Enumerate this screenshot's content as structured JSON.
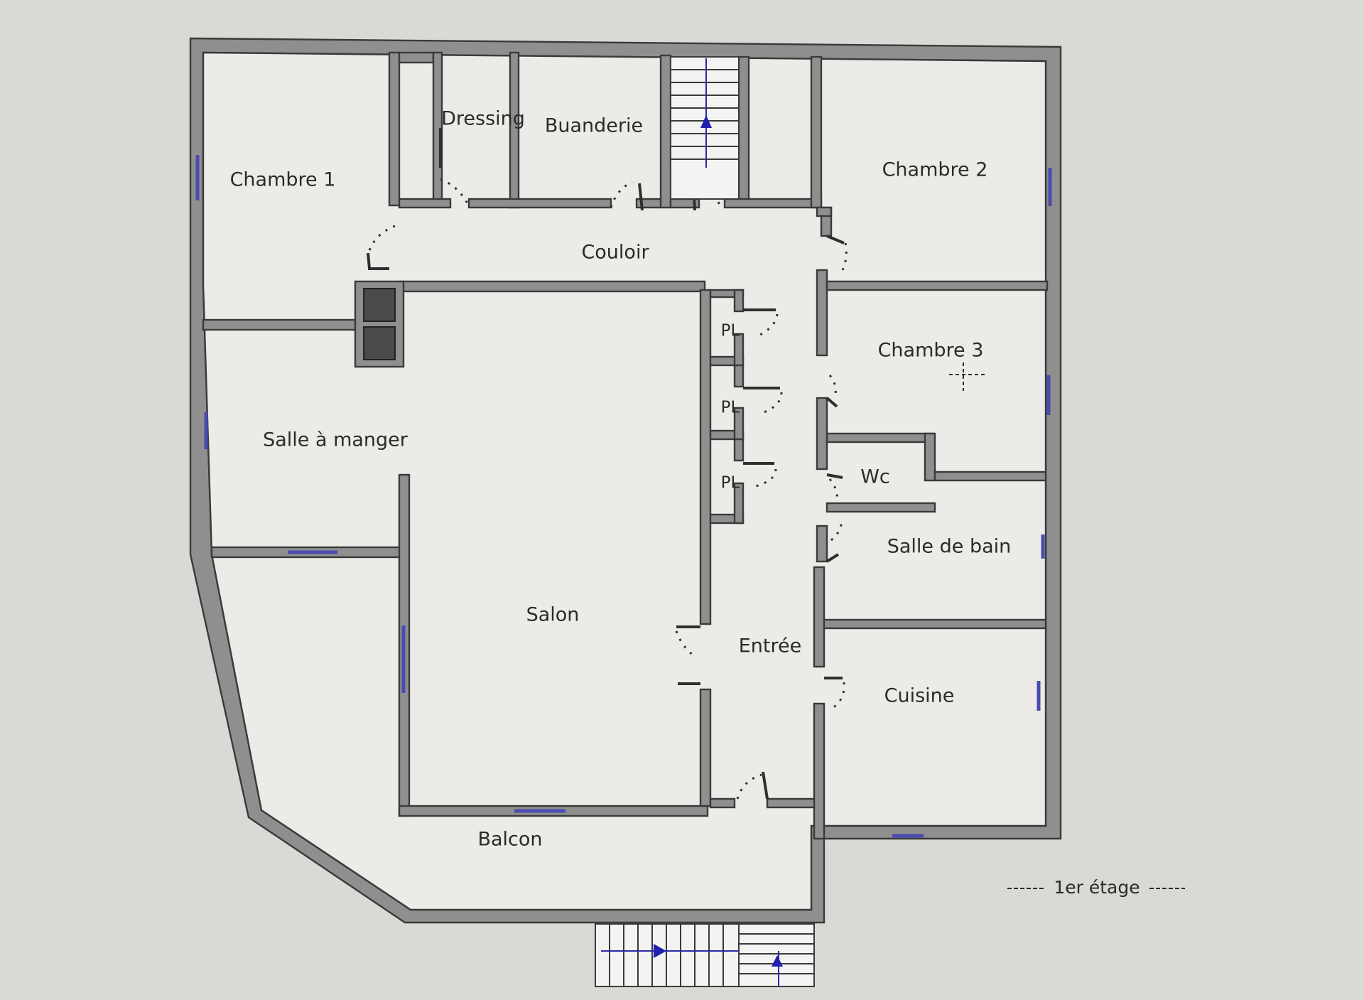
{
  "plan": {
    "rooms": [
      {
        "id": "chambre-1",
        "label": "Chambre 1"
      },
      {
        "id": "dressing",
        "label": "Dressing"
      },
      {
        "id": "buanderie",
        "label": "Buanderie"
      },
      {
        "id": "chambre-2",
        "label": "Chambre 2"
      },
      {
        "id": "couloir",
        "label": "Couloir"
      },
      {
        "id": "salle-a-manger",
        "label": "Salle à manger"
      },
      {
        "id": "chambre-3",
        "label": "Chambre 3"
      },
      {
        "id": "pl-1",
        "label": "PL"
      },
      {
        "id": "pl-2",
        "label": "PL"
      },
      {
        "id": "pl-3",
        "label": "PL"
      },
      {
        "id": "wc",
        "label": "Wc"
      },
      {
        "id": "salle-de-bain",
        "label": "Salle de bain"
      },
      {
        "id": "salon",
        "label": "Salon"
      },
      {
        "id": "entree",
        "label": "Entrée"
      },
      {
        "id": "cuisine",
        "label": "Cuisine"
      },
      {
        "id": "balcon",
        "label": "Balcon"
      }
    ],
    "floor_label": "1er étage"
  }
}
